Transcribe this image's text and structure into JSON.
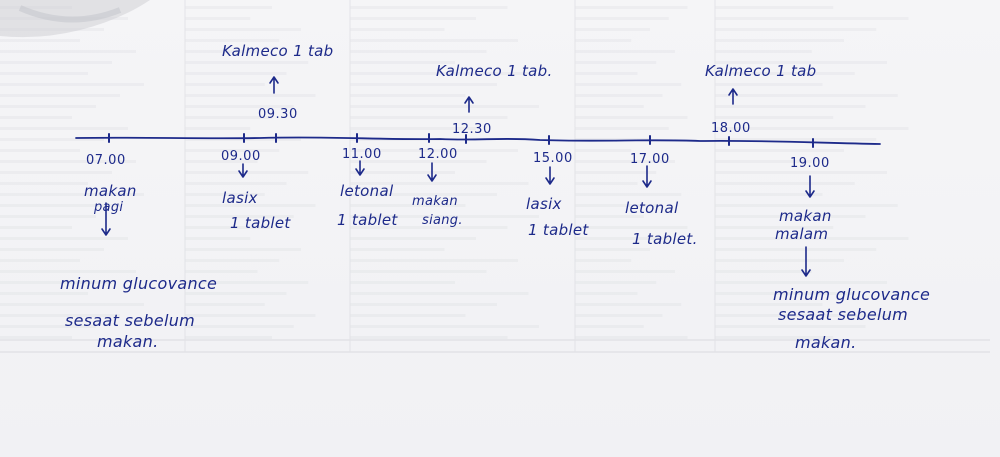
{
  "ink_color": "#1d2a8a",
  "paper_color": "#f4f4f6",
  "timeline": {
    "below_times": [
      "07.00",
      "09.00",
      "11.00",
      "12.00",
      "15.00",
      "17.00",
      "19.00"
    ],
    "above_times": [
      "09.30",
      "12.30",
      "18.00"
    ]
  },
  "above_notes": {
    "t0930": "Kalmeco 1 tab",
    "t1230": "Kalmeco 1 tab.",
    "t1800": "Kalmeco 1 tab"
  },
  "below_notes": {
    "t0700": {
      "line1": "makan",
      "line2": "pagi",
      "follow": [
        "minum glucovance",
        "sesaat sebelum",
        "makan."
      ]
    },
    "t0900": {
      "line1": "lasix",
      "line2": "1 tablet"
    },
    "t1100": {
      "line1": "letonal",
      "line2": "1 tablet"
    },
    "t1200": {
      "line1": "makan",
      "line2": "siang."
    },
    "t1500": {
      "line1": "lasix",
      "line2": "1 tablet"
    },
    "t1700": {
      "line1": "letonal",
      "line2": "1 tablet."
    },
    "t1900": {
      "line1": "makan",
      "line2": "malam",
      "follow": [
        "minum glucovance",
        "sesaat sebelum",
        "makan."
      ]
    }
  }
}
